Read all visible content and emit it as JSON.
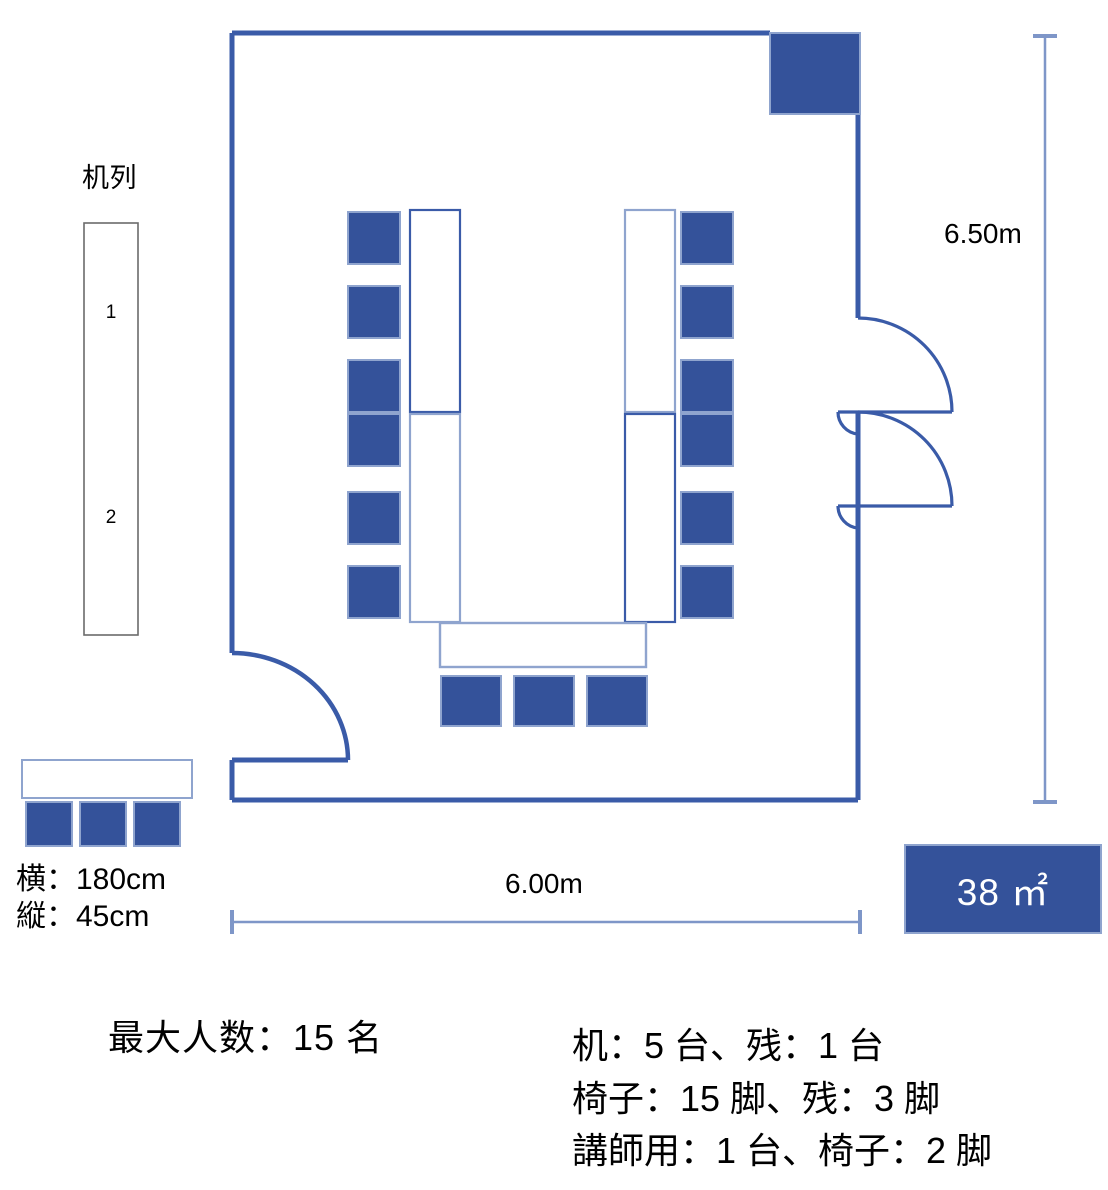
{
  "legend": {
    "row_label": "机列",
    "row_numbers": [
      "1",
      "2"
    ],
    "desk_width_label": "横：180cm",
    "desk_depth_label": "縦：45cm"
  },
  "dimensions": {
    "vertical": "6.50m",
    "horizontal": "6.00m"
  },
  "area": {
    "value": "38 ㎡"
  },
  "summary": {
    "capacity": "最大人数：15 名",
    "desks": "机：5 台、残：1 台",
    "chairs": "椅子：15 脚、残：3 脚",
    "instructor": "講師用：1 台、椅子：2 脚"
  },
  "colors": {
    "accent": "#34529A",
    "outline": "#3A5BA8",
    "light_outline": "#8FA4CE",
    "text": "#000000",
    "badge_text": "#FFFFFF"
  },
  "chart_data": {
    "type": "diagram",
    "title": "会議室レイアウト図",
    "room": {
      "width_m": 6.0,
      "height_m": 6.5,
      "area_sqm": 38
    },
    "furniture": {
      "desk_count": 5,
      "desk_spare": 1,
      "chair_count": 15,
      "chair_spare": 3,
      "instructor_desk": 1,
      "instructor_chairs": 2,
      "max_capacity": 15,
      "desk_width_cm": 180,
      "desk_depth_cm": 45
    },
    "layout": "U-shape / コの字",
    "doors": 3
  }
}
